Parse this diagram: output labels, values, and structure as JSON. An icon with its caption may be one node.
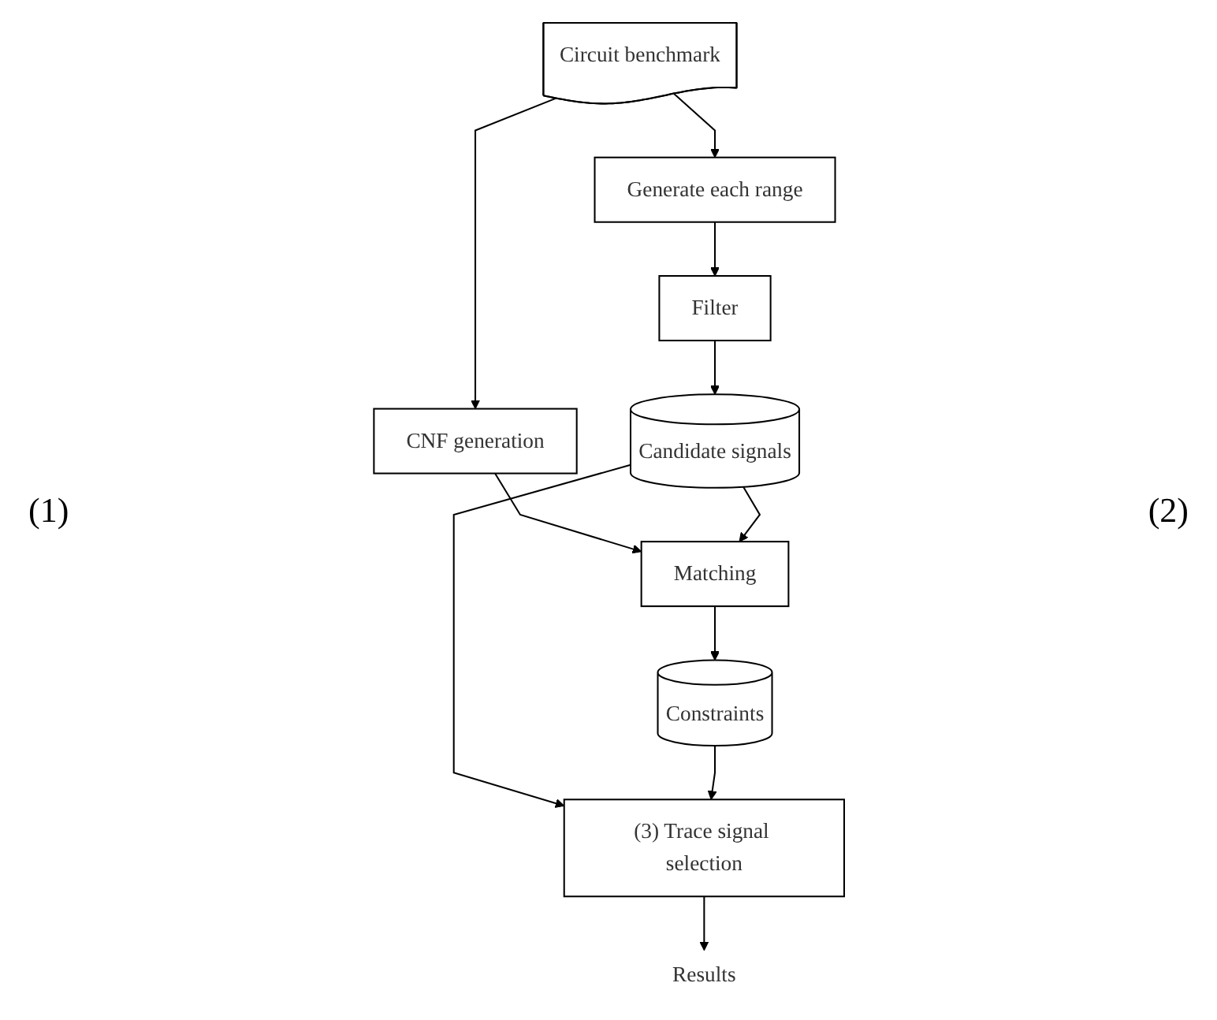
{
  "diagram": {
    "nodes": [
      {
        "text": [
          "Circuit benchmark"
        ]
      },
      {
        "text": [
          "Generate each range"
        ]
      },
      {
        "text": [
          "CNF generation"
        ]
      },
      {
        "text": [
          "Filter"
        ]
      },
      {
        "text": [
          "Matching"
        ]
      },
      {
        "text": [
          "Candidate signals"
        ]
      },
      {
        "text": [
          "Constraints"
        ]
      },
      {
        "text": [
          "(3) Trace signal selection"
        ]
      },
      {
        "text": [
          "Results"
        ]
      }
    ],
    "edges": [
      {
        "from": 0,
        "to": 1,
        "arrow": "to"
      },
      {
        "from": 0,
        "to": 2,
        "arrow": "to"
      },
      {
        "from": 1,
        "to": 3,
        "arrow": "to"
      },
      {
        "from": 2,
        "to": 4,
        "arrow": "to"
      },
      {
        "from": 3,
        "to": 5,
        "arrow": "to"
      },
      {
        "from": 5,
        "to": 4,
        "arrow": "to"
      },
      {
        "from": 4,
        "to": 6,
        "arrow": "to"
      },
      {
        "from": 5,
        "to": 7,
        "arrow": "to"
      },
      {
        "from": 6,
        "to": 7,
        "arrow": "to"
      },
      {
        "from": 7,
        "to": 8,
        "arrow": "to"
      }
    ],
    "labels": [
      "(1)",
      "(2)"
    ]
  }
}
